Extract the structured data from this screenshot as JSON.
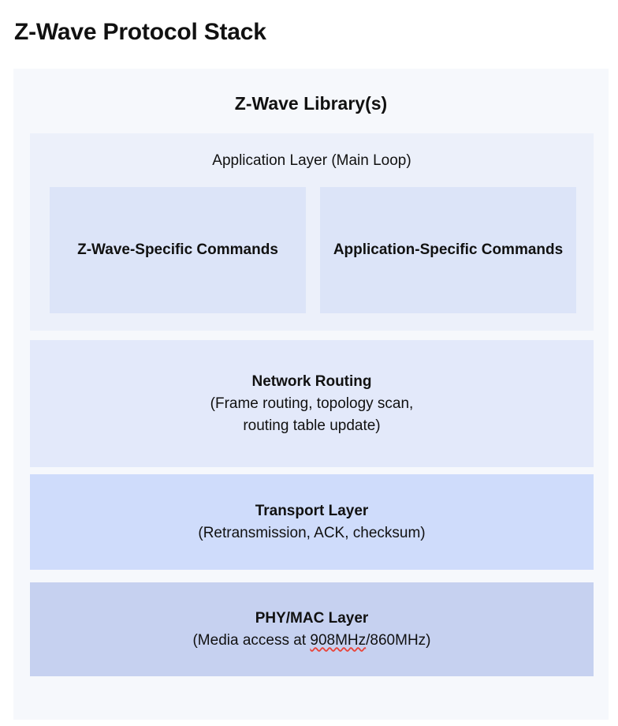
{
  "page": {
    "title": "Z-Wave Protocol Stack"
  },
  "stack": {
    "heading": "Z-Wave Library(s)",
    "application_layer": {
      "label": "Application Layer (Main Loop)",
      "boxes": [
        {
          "label": "Z-Wave-Specific Commands"
        },
        {
          "label": "Application-Specific Commands"
        }
      ]
    },
    "layers": [
      {
        "title": "Network Routing",
        "subtitle": "(Frame routing, topology scan,\nrouting table update)"
      },
      {
        "title": "Transport Layer",
        "subtitle": "(Retransmission, ACK, checksum)"
      },
      {
        "title": "PHY/MAC Layer",
        "subtitle_prefix": "(Media access at ",
        "subtitle_misspelled": "908MHz",
        "subtitle_suffix": "/860MHz)"
      }
    ]
  },
  "colors": {
    "page_background": "#ffffff",
    "panel_background": "#f6f8fc",
    "application_layer": "#ecf0fa",
    "command_box": "#dce4f8",
    "network_routing": "#e3e9fa",
    "transport_layer": "#cfdcfb",
    "phy_mac_layer": "#c6d1f0",
    "text": "#111111",
    "spellcheck_underline": "#e8443a"
  }
}
